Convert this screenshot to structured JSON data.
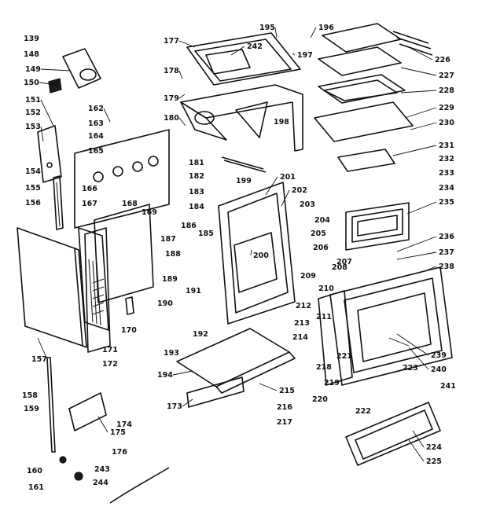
{
  "callouts": [
    "139",
    "148",
    "149",
    "150",
    "151",
    "152",
    "153",
    "154",
    "155",
    "156",
    "157",
    "158",
    "159",
    "160",
    "161",
    "162",
    "163",
    "164",
    "165",
    "166",
    "167",
    "168",
    "169",
    "170",
    "171",
    "172",
    "173",
    "174",
    "175",
    "176",
    "177",
    "178",
    "179",
    "180",
    "181",
    "182",
    "183",
    "184",
    "185",
    "186",
    "187",
    "188",
    "189",
    "190",
    "191",
    "192",
    "193",
    "194",
    "195",
    "196",
    "197",
    "198",
    "199",
    "200",
    "201",
    "202",
    "203",
    "204",
    "205",
    "206",
    "207",
    "208",
    "209",
    "210",
    "211",
    "212",
    "213",
    "214",
    "215",
    "216",
    "217",
    "218",
    "219",
    "220",
    "221",
    "222",
    "223",
    "224",
    "225",
    "226",
    "227",
    "228",
    "229",
    "230",
    "231",
    "232",
    "233",
    "234",
    "235",
    "236",
    "237",
    "238",
    "239",
    "240",
    "241",
    "242",
    "243",
    "244"
  ],
  "colors": {
    "ink": "#111111",
    "paper": "#ffffff"
  }
}
